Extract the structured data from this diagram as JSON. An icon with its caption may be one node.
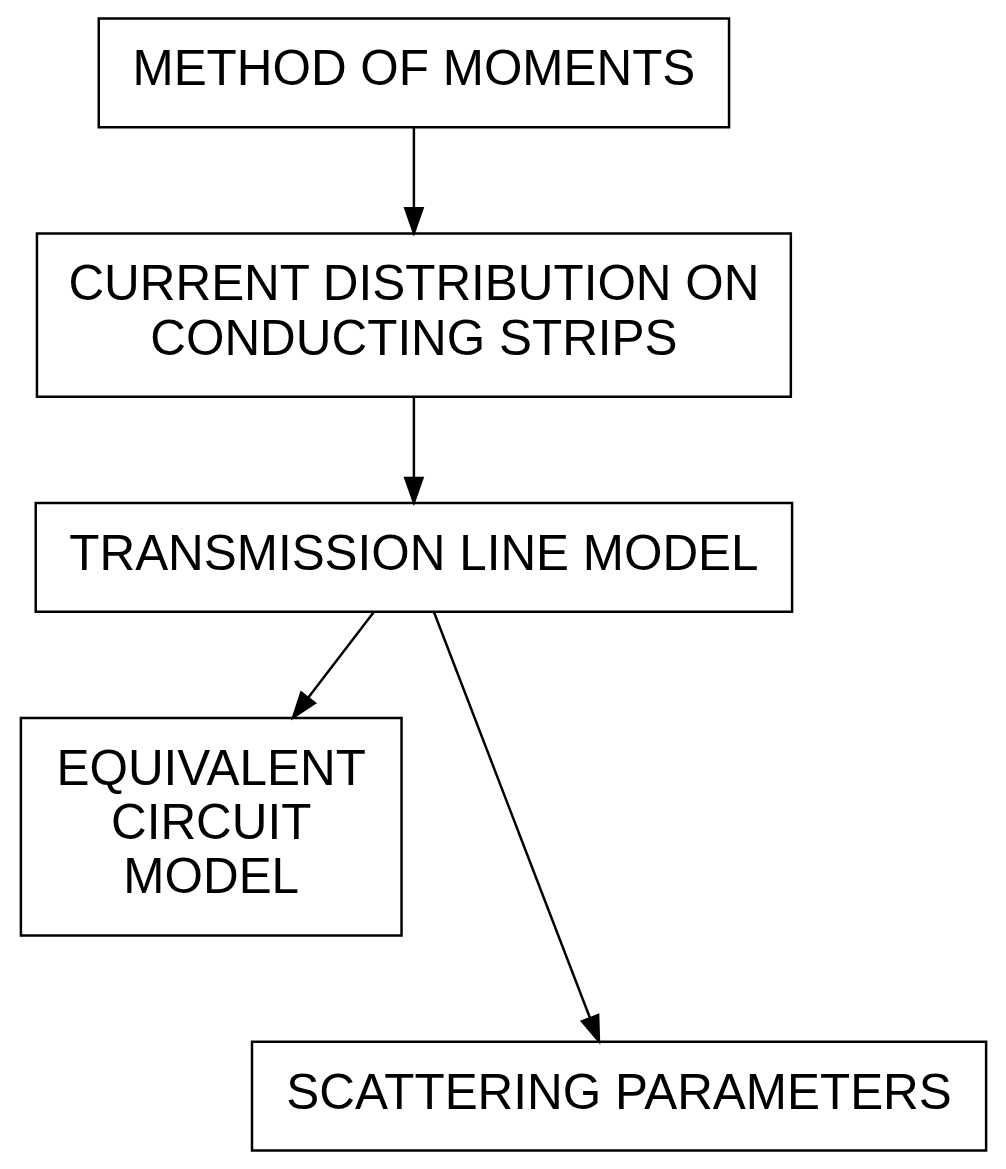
{
  "diagram": {
    "nodes": [
      {
        "text": [
          "METHOD OF MOMENTS"
        ]
      },
      {
        "text": [
          "CURRENT DISTRIBUTION ON CONDUCTING STRIPS"
        ]
      },
      {
        "text": [
          "TRANSMISSION LINE MODEL"
        ]
      },
      {
        "text": [
          "EQUIVALENT CIRCUIT MODEL"
        ]
      },
      {
        "text": [
          "SCATTERING PARAMETERS"
        ]
      }
    ],
    "edges": [
      {
        "from": 0,
        "to": 1,
        "arrow": "to"
      },
      {
        "from": 1,
        "to": 2,
        "arrow": "to"
      },
      {
        "from": 2,
        "to": 3,
        "arrow": "to"
      },
      {
        "from": 2,
        "to": 4,
        "arrow": "to"
      }
    ]
  }
}
